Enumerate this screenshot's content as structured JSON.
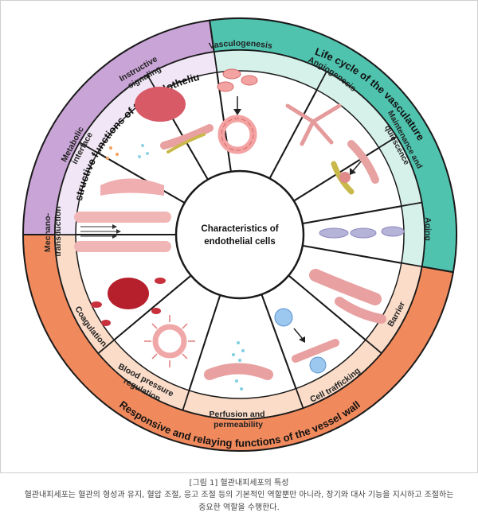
{
  "center": {
    "line1": "Characteristics of",
    "line2": "endothelial cells"
  },
  "groups": {
    "instructive": {
      "label": "Instructive functions of the endothelium",
      "color": "#c9a4d6",
      "light": "#f1e6f5"
    },
    "life_cycle": {
      "label": "Life cycle of the vasculature",
      "color": "#4fc3ae",
      "light": "#d6f1ea"
    },
    "responsive": {
      "label": "Responsive and relaying functions of the vessel wall",
      "color": "#f08a5d",
      "light": "#fbdcc9"
    }
  },
  "segments": {
    "vasculogenesis": "Vasculogenesis",
    "angiogenesis": "Angiogenesis",
    "maintenance": [
      "Maintenance and",
      "quiescence"
    ],
    "aging": "Aging",
    "barrier": "Barrier",
    "cell_trafficking": "Cell trafficking",
    "perfusion": [
      "Perfusion and",
      "permeability"
    ],
    "blood_pressure": [
      "Blood pressure",
      "regulation"
    ],
    "coagulation": "Coagulation",
    "mechano": [
      "Mechano-",
      "transduction"
    ],
    "metabolic": [
      "Metabolic",
      "interface"
    ],
    "instructive_signaling": [
      "Instructive",
      "signaling"
    ]
  },
  "caption": {
    "title": "[그림 1] 혈관내피세포의 특성",
    "body_line1": "혈관내피세포는 혈관의 형성과 유지, 혈압 조절, 응고 조절 등의 기본적인 역할뿐만 아니라, 장기와 대사 기능을 지시하고 조절하는",
    "body_line2": "중요한 역할을 수행한다."
  }
}
